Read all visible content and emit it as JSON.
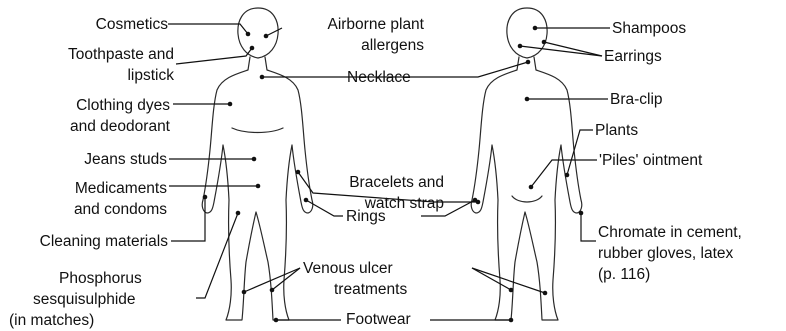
{
  "left_labels": {
    "cosmetics": "Cosmetics",
    "toothpaste": [
      "Toothpaste and",
      "lipstick"
    ],
    "clothing_dyes": [
      "Clothing dyes",
      "and deodorant"
    ],
    "jeans_studs": "Jeans studs",
    "medicaments": [
      "Medicaments",
      "and condoms"
    ],
    "cleaning": "Cleaning materials",
    "phosphorus": [
      "Phosphorus",
      "sesquisulphide",
      "(in matches)"
    ]
  },
  "center_labels": {
    "airborne": [
      "Airborne plant",
      "allergens"
    ],
    "necklace": "Necklace",
    "bracelets": [
      "Bracelets and",
      "watch strap"
    ],
    "rings": "Rings",
    "venous": [
      "Venous ulcer",
      "treatments"
    ],
    "footwear": "Footwear"
  },
  "right_labels": {
    "shampoos": "Shampoos",
    "earrings": "Earrings",
    "bra_clip": "Bra-clip",
    "plants": "Plants",
    "piles": "'Piles' ointment",
    "chromate": [
      "Chromate in cement,",
      "rubber gloves, latex",
      "(p. 116)"
    ]
  }
}
